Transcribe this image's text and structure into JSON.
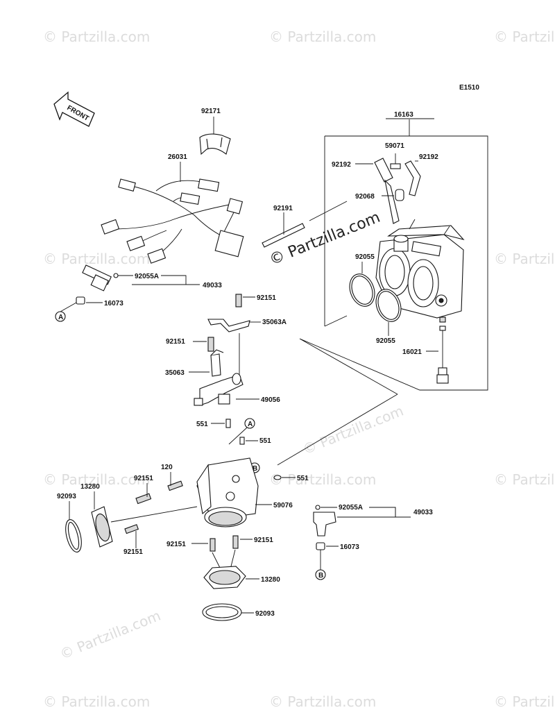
{
  "diagram_code": "E1510",
  "front_label": "FRONT",
  "watermark": "© Partzilla.com",
  "callouts": {
    "c92171": "92171",
    "c26031": "26031",
    "c16163": "16163",
    "c59071": "59071",
    "c92192a": "92192",
    "c92192b": "92192",
    "c92068": "92068",
    "c92191": "92191",
    "c92055a": "92055",
    "c92055b": "92055",
    "c16021": "16021",
    "c92055A_top": "92055A",
    "c49033_top": "49033",
    "c16073_top": "16073",
    "c92151_a": "92151",
    "c35063A": "35063A",
    "c92151_b": "92151",
    "c35063": "35063",
    "c49056": "49056",
    "c551_a": "551",
    "c551_b": "551",
    "c551_c": "551",
    "c120": "120",
    "c92151_c": "92151",
    "c13280_a": "13280",
    "c92093_a": "92093",
    "c92151_d": "92151",
    "c59076": "59076",
    "c92151_e": "92151",
    "c92151_f": "92151",
    "c13280_b": "13280",
    "c92093_b": "92093",
    "c92055A_bot": "92055A",
    "c49033_bot": "49033",
    "c16073_bot": "16073"
  },
  "refs": {
    "a1": "A",
    "a2": "A",
    "b1": "B",
    "b2": "B"
  }
}
